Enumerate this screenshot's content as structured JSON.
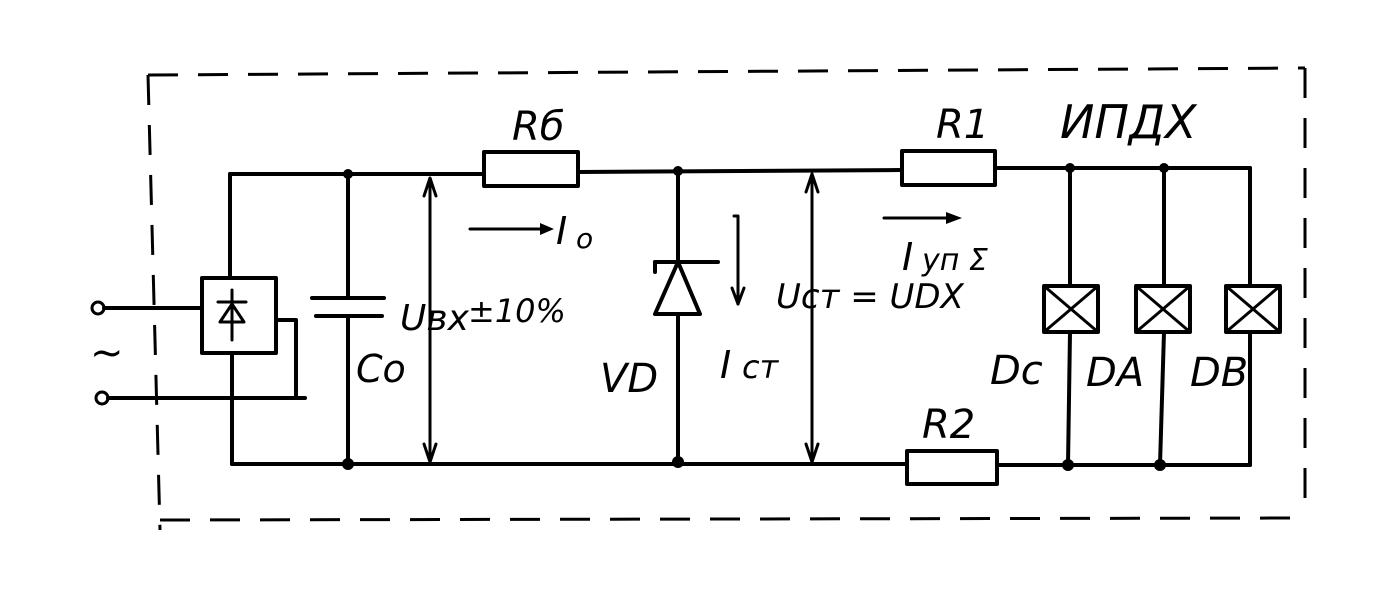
{
  "labels": {
    "title": "ИПДХ",
    "rb": "Rб",
    "r1": "R1",
    "r2": "R2",
    "i0_sym": "I",
    "i0_sub": "о",
    "iup_sym": "I",
    "iup_sub": "уп Σ",
    "ubx": "Uвх",
    "ubx_tol": "±10%",
    "c0": "Cо",
    "vd": "VD",
    "ist_sym": "I",
    "ist_sub": "ст",
    "ust": "Uст = UDX",
    "dc": "Dс",
    "da": "DА",
    "db": "DВ",
    "ac": "~"
  },
  "colors": {
    "ink": "#000000",
    "paper": "#ffffff"
  }
}
